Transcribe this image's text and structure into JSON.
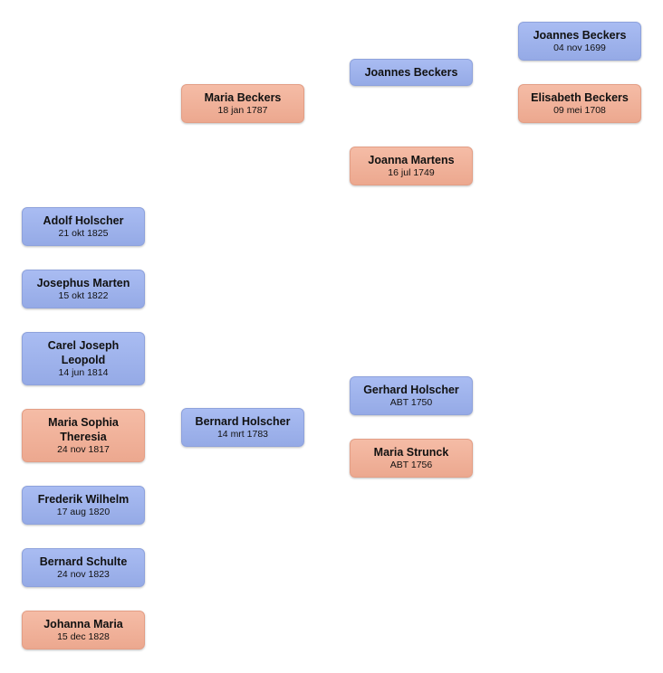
{
  "children": [
    {
      "name": "Adolf Holscher",
      "date": "21 okt 1825",
      "sex": "male"
    },
    {
      "name": "Josephus Marten",
      "date": "15 okt 1822",
      "sex": "male"
    },
    {
      "name": "Carel Joseph Leopold",
      "date": "14 jun 1814",
      "sex": "male"
    },
    {
      "name": "Maria Sophia Theresia",
      "date": "24 nov 1817",
      "sex": "female"
    },
    {
      "name": "Frederik Wilhelm",
      "date": "17 aug 1820",
      "sex": "male"
    },
    {
      "name": "Bernard Schulte",
      "date": "24 nov 1823",
      "sex": "male"
    },
    {
      "name": "Johanna Maria",
      "date": "15 dec 1828",
      "sex": "female"
    }
  ],
  "parents": {
    "mother": {
      "name": "Maria Beckers",
      "date": "18 jan 1787",
      "sex": "female"
    },
    "father": {
      "name": "Bernard Holscher",
      "date": "14 mrt 1783",
      "sex": "male"
    }
  },
  "grandparents": {
    "maternal_grandfather": {
      "name": "Joannes Beckers",
      "date": "",
      "sex": "male"
    },
    "maternal_grandmother": {
      "name": "Joanna Martens",
      "date": "16 jul 1749",
      "sex": "female"
    },
    "paternal_grandfather": {
      "name": "Gerhard Holscher",
      "date": "ABT 1750",
      "sex": "male"
    },
    "paternal_grandmother": {
      "name": "Maria Strunck",
      "date": "ABT 1756",
      "sex": "female"
    }
  },
  "great_grandparents": {
    "ggf": {
      "name": "Joannes Beckers",
      "date": "04 nov 1699",
      "sex": "male"
    },
    "ggm": {
      "name": "Elisabeth Beckers",
      "date": "09 mei 1708",
      "sex": "female"
    }
  },
  "colors": {
    "male": "#9db1ea",
    "female": "#f0b09a"
  }
}
